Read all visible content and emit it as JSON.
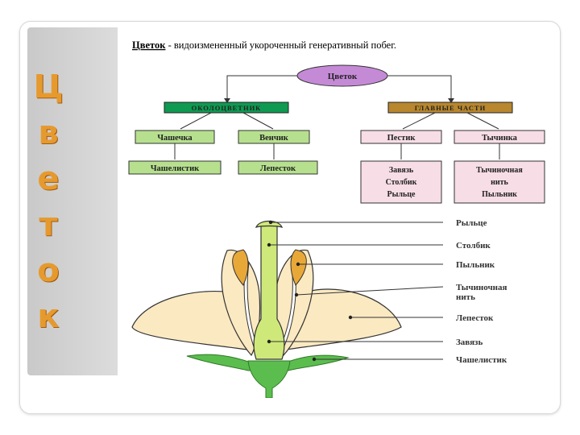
{
  "side_title": [
    "Ц",
    "в",
    "е",
    "т",
    "о",
    "к"
  ],
  "definition": {
    "term": "Цветок",
    "text": " - видоизмененный укороченный генеративный побег."
  },
  "hierarchy": {
    "root": "Цветок",
    "perianth": {
      "label": "ОКОЛОЦВЕТНИК",
      "children": [
        {
          "label": "Чашечка",
          "child": "Чашелистик"
        },
        {
          "label": "Венчик",
          "child": "Лепесток"
        }
      ]
    },
    "main_parts": {
      "label": "ГЛАВНЫЕ ЧАСТИ",
      "children": [
        {
          "label": "Пестик",
          "child_lines": [
            "Завязь",
            "Столбик",
            "Рыльце"
          ]
        },
        {
          "label": "Тычинка",
          "child_lines": [
            "Тычиночная",
            "нить",
            "Пыльник"
          ]
        }
      ]
    }
  },
  "flower_labels": [
    "Рыльце",
    "Столбик",
    "Пыльник",
    "Тычиночная нить",
    "Лепесток",
    "Завязь",
    "Чашелистик"
  ],
  "colors": {
    "root_fill": "#c58ad6",
    "perianth_fill": "#0f9a52",
    "main_parts_fill": "#b8872e",
    "green_box": "#b6e08e",
    "pink_box": "#f7dde6",
    "petal": "#fbe9c2",
    "pistil": "#cfe87a",
    "receptacle": "#5bbd4e",
    "anther": "#e8a838",
    "side_letters": "#e69a2e"
  },
  "icons": [
    "flower-illustration"
  ]
}
